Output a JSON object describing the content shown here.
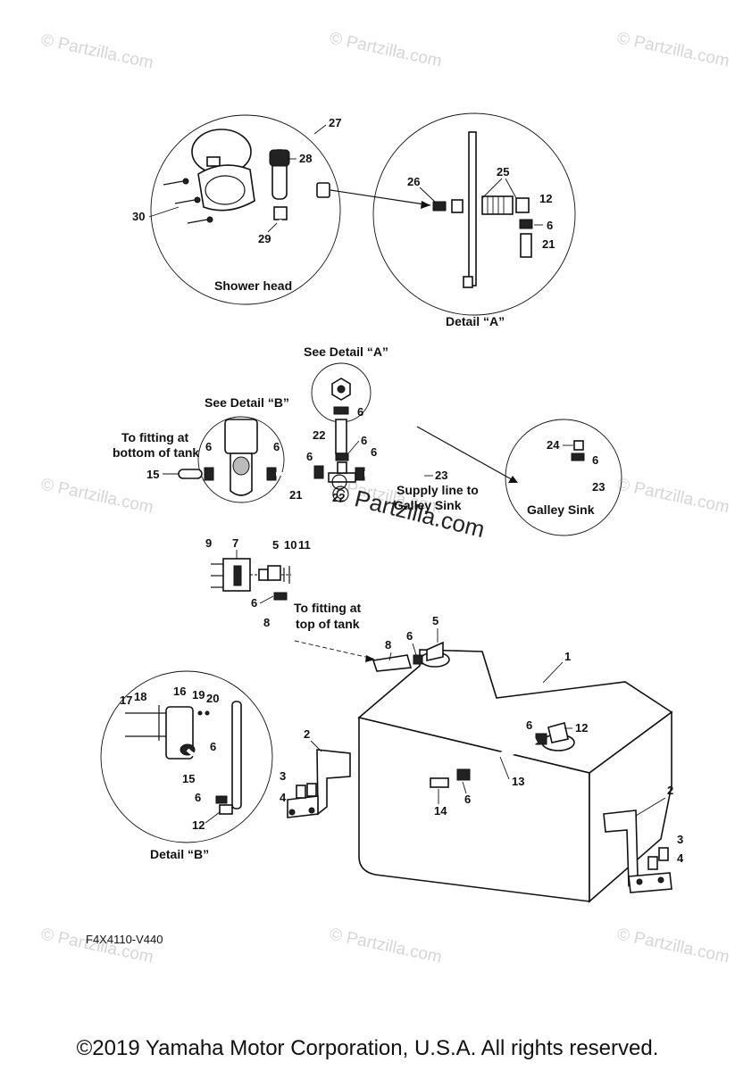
{
  "watermarks": [
    "© Partzilla.com",
    "© Partzilla.com",
    "© Partzilla.com",
    "© Partzilla.com",
    "© Partzilla.com",
    "© Partzilla.com",
    "© Partzilla.com",
    "© Partzilla.com",
    "© Partzilla.com"
  ],
  "center_watermark": "© Partzilla.com",
  "captions": {
    "shower_head": "Shower head",
    "detail_a": "Detail “A”",
    "see_detail_a": "See Detail “A”",
    "see_detail_b": "See Detail “B”",
    "to_fitting_bottom_1": "To fitting at",
    "to_fitting_bottom_2": "bottom of tank",
    "supply_line_1": "Supply line to",
    "supply_line_2": "Galley Sink",
    "galley_sink": "Galley Sink",
    "to_fitting_top_1": "To fitting at",
    "to_fitting_top_2": "top of tank",
    "detail_b": "Detail “B”"
  },
  "part_numbers": {
    "p27": "27",
    "p28": "28",
    "p30": "30",
    "p29": "29",
    "p26": "26",
    "p25": "25",
    "p12a": "12",
    "p6a": "6",
    "p21a": "21",
    "p6b": "6",
    "p22a": "22",
    "p6c": "6",
    "p6d": "6",
    "p6e": "6",
    "p6f": "6",
    "p6g": "6",
    "p15a": "15",
    "p21b": "21",
    "p22b": "22",
    "p23a": "23",
    "p24": "24",
    "p6h": "6",
    "p23b": "23",
    "p9": "9",
    "p7": "7",
    "p5a": "5",
    "p10": "10",
    "p11": "11",
    "p6i": "6",
    "p8a": "8",
    "p5b": "5",
    "p6j": "6",
    "p8b": "8",
    "p1": "1",
    "p17": "17",
    "p18": "18",
    "p16": "16",
    "p19": "19",
    "p20": "20",
    "p6k": "6",
    "p15b": "15",
    "p6l": "6",
    "p12b": "12",
    "p2a": "2",
    "p3a": "3",
    "p4a": "4",
    "p6m": "6",
    "p12c": "12",
    "p13": "13",
    "p6n": "6",
    "p14": "14",
    "p2b": "2",
    "p3b": "3",
    "p4b": "4"
  },
  "diagram_code": "F4X4110-V440",
  "copyright": "©2019  Yamaha Motor Corporation, U.S.A. All rights reserved."
}
